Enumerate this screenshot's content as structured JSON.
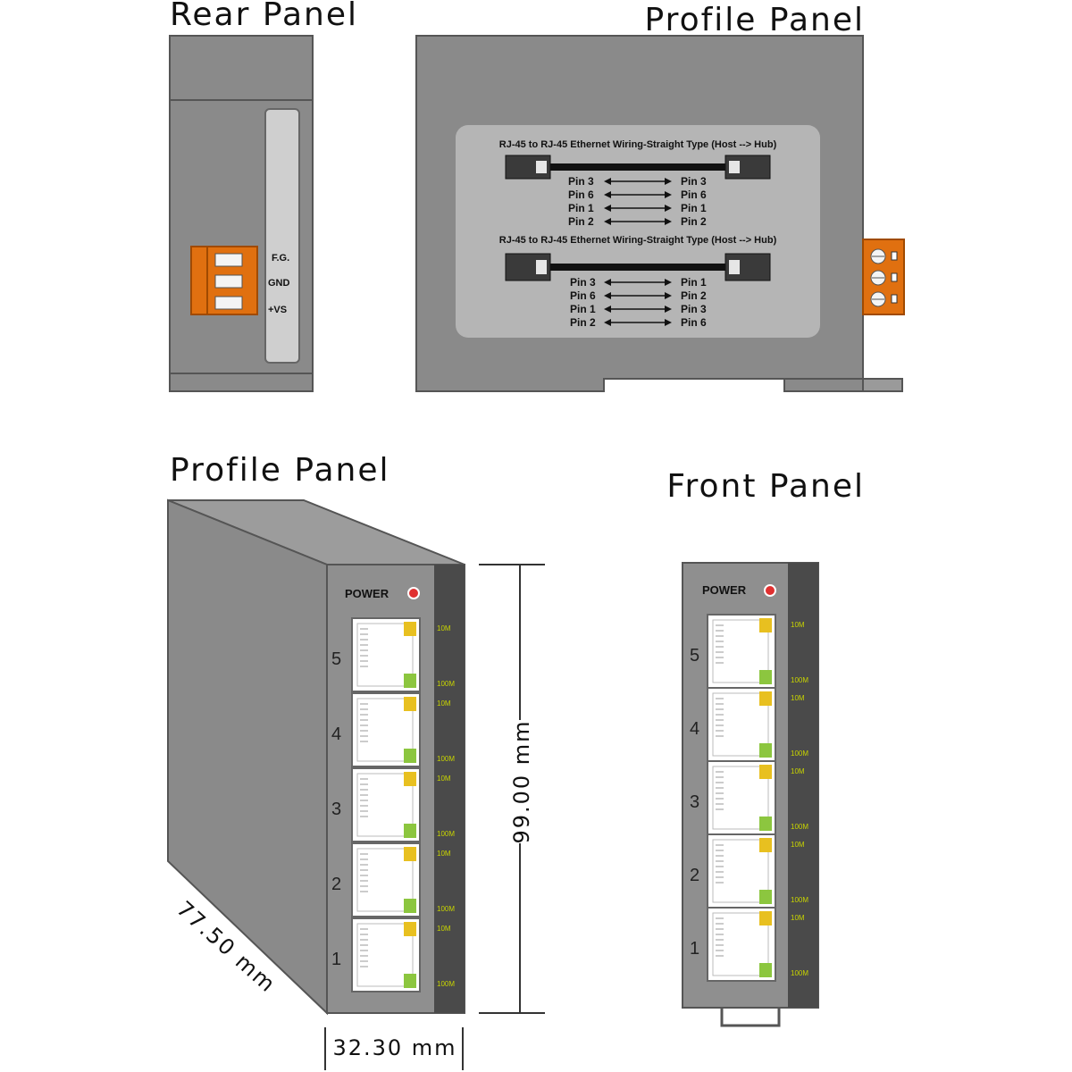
{
  "titles": {
    "rear_panel": "Rear Panel",
    "profile_panel_top": "Profile Panel",
    "profile_panel_bottom": "Profile Panel",
    "front_panel": "Front Panel"
  },
  "rear_terminals": [
    "F.G.",
    "GND",
    "+VS"
  ],
  "wiring": {
    "straight_title": "RJ-45 to RJ-45 Ethernet Wiring-Straight Type (Host --> Hub)",
    "straight_pins_left": [
      "Pin 3",
      "Pin 6",
      "Pin 1",
      "Pin 2"
    ],
    "straight_pins_right": [
      "Pin 3",
      "Pin 6",
      "Pin 1",
      "Pin 2"
    ],
    "cross_title": "RJ-45 to RJ-45 Ethernet Wiring-Straight Type (Host --> Hub)",
    "cross_pins_left": [
      "Pin 3",
      "Pin 6",
      "Pin 1",
      "Pin 2"
    ],
    "cross_pins_right": [
      "Pin 1",
      "Pin 2",
      "Pin 3",
      "Pin 6"
    ]
  },
  "power_label": "POWER",
  "ports": [
    "5",
    "4",
    "3",
    "2",
    "1"
  ],
  "led_labels": {
    "top": "10M",
    "bottom": "100M"
  },
  "dimensions": {
    "height": "99.00 mm",
    "depth": "77.50 mm",
    "width": "32.30 mm"
  },
  "colors": {
    "body": "#8a8a8a",
    "dark_strip": "#4a4a4a",
    "terminal_orange": "#e07010",
    "led_yellow": "#e8c020",
    "led_green": "#8cc63f",
    "power_led": "#e03030"
  }
}
